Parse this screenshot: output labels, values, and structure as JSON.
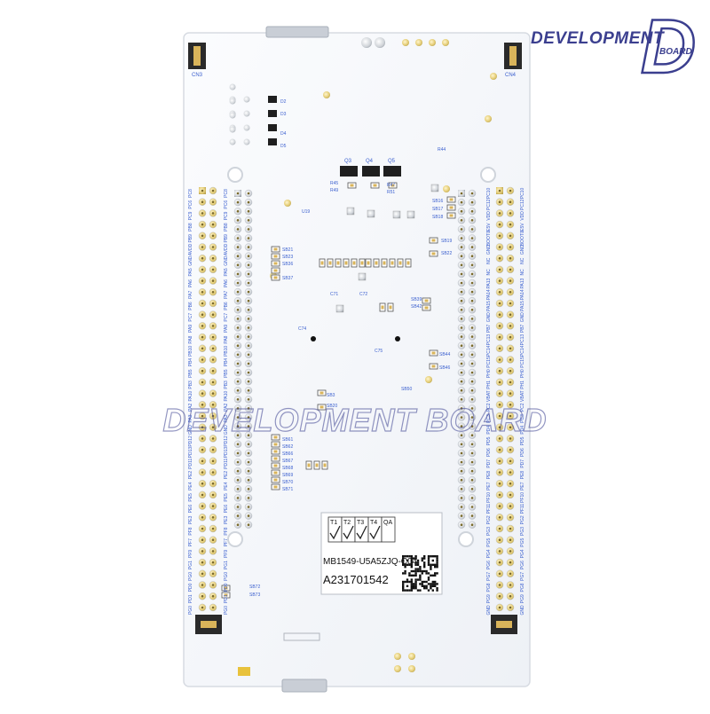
{
  "brand": {
    "logo_text": "DEVELOPMENT",
    "logo_subtext": "BOARD",
    "logo_letter": "D",
    "watermark": "DEVELOPMENT BOARD",
    "color": "#3b3f8f"
  },
  "board": {
    "part_number": "MB1549-U5A5ZJQ-C04",
    "serial": "A231701542",
    "qc_headers": [
      "T1",
      "T2",
      "T3",
      "T4",
      "QA"
    ],
    "connectors": [
      "CN3",
      "CN4"
    ],
    "component_labels": [
      "D2",
      "D3",
      "D4",
      "D5",
      "Q3",
      "Q4",
      "Q5",
      "R45",
      "R49",
      "R47",
      "R51",
      "R44",
      "SB16",
      "SB17",
      "SB18",
      "SB19",
      "SB22",
      "SB21",
      "SB23",
      "SB36",
      "SB37",
      "SB39",
      "SB42",
      "SB44",
      "SB46",
      "SB3",
      "SB20",
      "SB50",
      "SB61",
      "SB62",
      "SB66",
      "SB67",
      "SB68",
      "SB69",
      "SB70",
      "SB71",
      "SB72",
      "SB73",
      "C74",
      "C75",
      "C71",
      "C72",
      "U19"
    ],
    "left_pin_labels": [
      "PC8",
      "PC6",
      "PC9",
      "PB8",
      "PB9",
      "AVDD",
      "GND",
      "PA5",
      "PA6",
      "PA7",
      "PB6",
      "PC7",
      "PA9",
      "PA8",
      "PB10",
      "PB4",
      "PB5",
      "PB3",
      "PA10",
      "PA2",
      "PA3",
      "GND",
      "PD12",
      "PD13",
      "PD11",
      "PE2",
      "PE4",
      "PE5",
      "PE6",
      "PE3",
      "PF8",
      "PF7",
      "PF9",
      "PG1",
      "PG0",
      "PD0",
      "PD1",
      "PG0"
    ],
    "right_pin_labels": [
      "PC10",
      "PC12",
      "VDD",
      "E5V",
      "BOOT0",
      "GND",
      "NC",
      "NC",
      "PA13",
      "PA14",
      "PA15",
      "GND",
      "PB7",
      "PC13",
      "PC14",
      "PC15",
      "PH0",
      "PH1",
      "VBAT",
      "PC2",
      "PC3",
      "PD4",
      "PD5",
      "PD6",
      "PD7",
      "PE8",
      "PE7",
      "PF10",
      "PF11",
      "PG2",
      "PG3",
      "PG5",
      "PG4",
      "PG6",
      "PG7",
      "PG8",
      "PG9",
      "GND"
    ]
  }
}
